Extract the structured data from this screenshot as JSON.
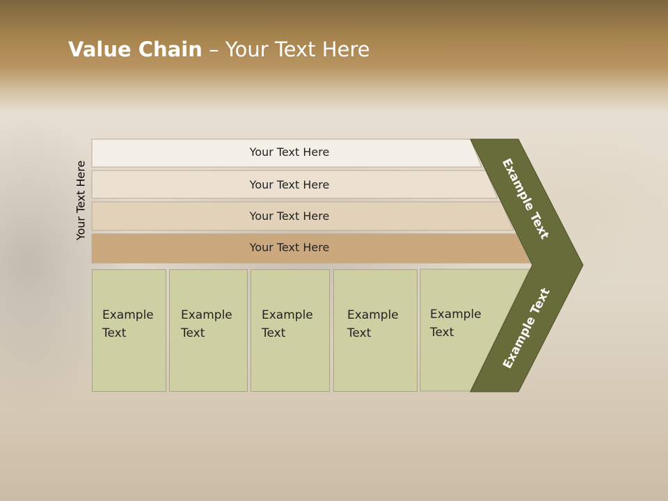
{
  "title": {
    "bold": "Value Chain",
    "rest": " – Your Text Here"
  },
  "side_label": "Your Text Here",
  "rows": [
    {
      "label": "Your Text Here",
      "fill": "#f4efe7"
    },
    {
      "label": "Your Text Here",
      "fill": "#ece1d1"
    },
    {
      "label": "Your Text Here",
      "fill": "#e2d2b9"
    },
    {
      "label": "Your Text Here",
      "fill": "#cba87e"
    }
  ],
  "boxes": [
    {
      "label": "Example\nText"
    },
    {
      "label": "Example\nText"
    },
    {
      "label": "Example\nText"
    },
    {
      "label": "Example\nText"
    },
    {
      "label": "Example\nText"
    }
  ],
  "chevron": {
    "upper_label": "Example Text",
    "lower_label": "Example Text",
    "fill": "#686b3a"
  },
  "colors": {
    "header": "#a8854f",
    "box_fill": "#ced0a4",
    "chevron": "#686b3a",
    "title_text": "#ffffff"
  }
}
